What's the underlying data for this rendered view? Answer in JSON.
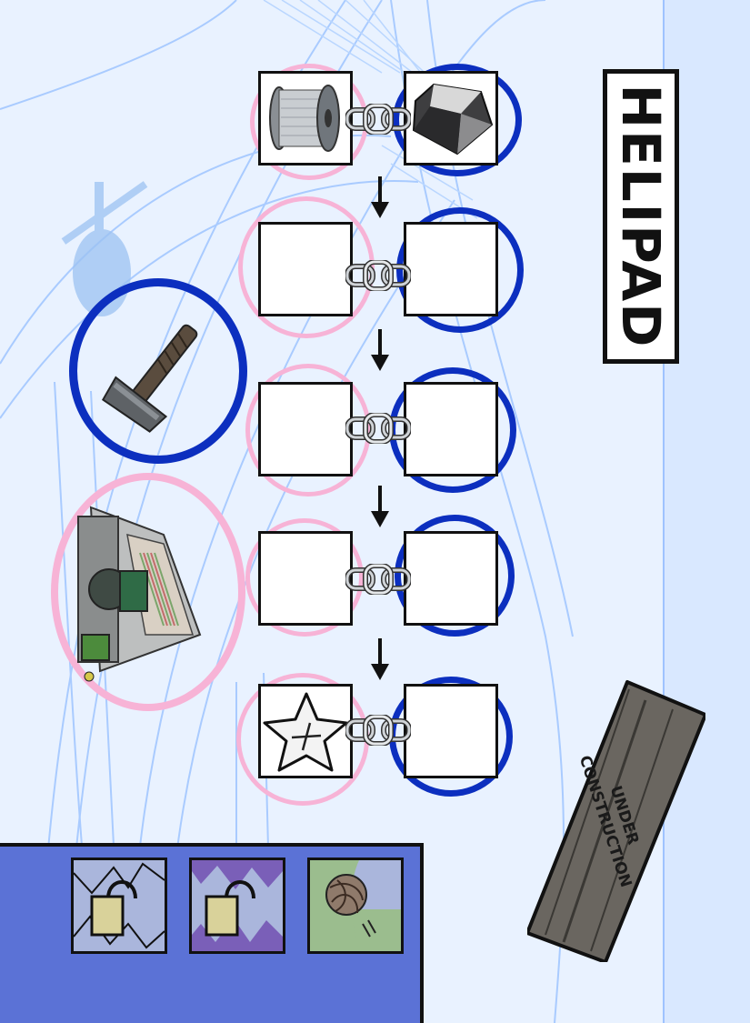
{
  "location": {
    "title": "HELIPAD"
  },
  "sign": {
    "line1": "UNDER",
    "line2": "CONSTRUCTION"
  },
  "colors": {
    "background": "#e9f2ff",
    "pink_ring": "#f7b3d6",
    "blue_ring": "#0c2fbf",
    "tray": "#5b72d6",
    "card_bg": "#aab6dc"
  },
  "recipe_chain": [
    {
      "left_slot": "spool-of-wire",
      "right_slot": "gem-stone"
    },
    {
      "left_slot": "empty",
      "right_slot": "empty"
    },
    {
      "left_slot": "empty",
      "right_slot": "empty"
    },
    {
      "left_slot": "empty",
      "right_slot": "empty"
    },
    {
      "left_slot": "star-plus",
      "right_slot": "empty"
    }
  ],
  "loose_items": [
    {
      "icon": "hammer-icon",
      "ring": "blue"
    },
    {
      "icon": "machine-parts-icon",
      "ring": "pink"
    }
  ],
  "inventory": [
    {
      "icon": "padlock-icon",
      "variant": "plain"
    },
    {
      "icon": "padlock-icon",
      "variant": "purple-zigzag"
    },
    {
      "icon": "yarn-ball-icon",
      "variant": "green"
    }
  ]
}
